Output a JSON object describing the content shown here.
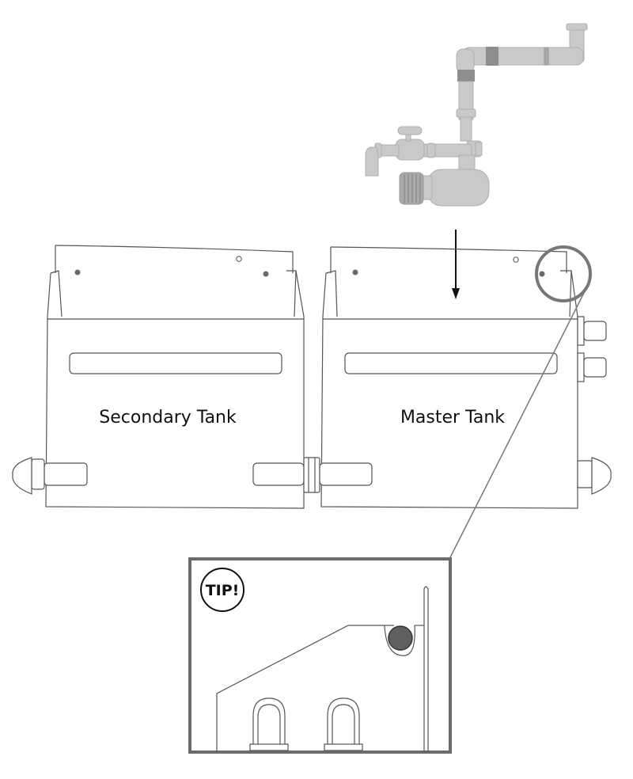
{
  "labels": {
    "secondary_tank": "Secondary Tank",
    "master_tank": "Master Tank",
    "tip": "TIP!"
  },
  "colors": {
    "outline": "#555555",
    "pipe": "#c9c9c9",
    "pipe_band": "#8e8e8e",
    "inset_frame": "#6b6b6b",
    "screw": "#6a6a6a"
  }
}
